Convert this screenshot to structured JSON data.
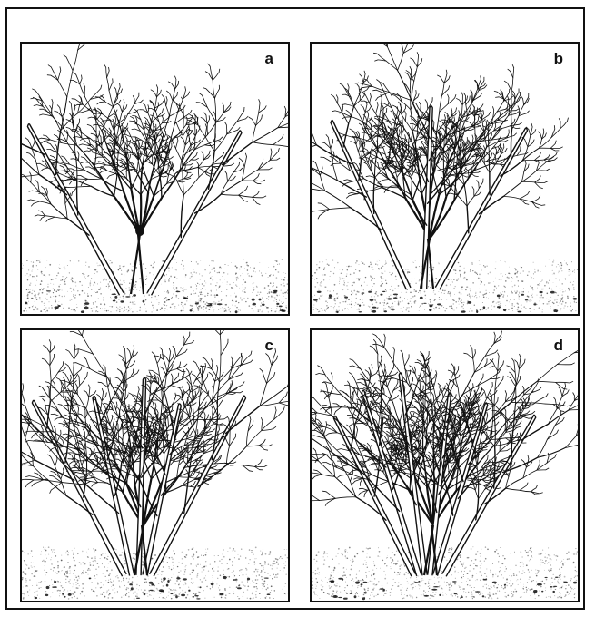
{
  "panels": [
    {
      "id": "a",
      "label": "a",
      "stems": 2
    },
    {
      "id": "b",
      "label": "b",
      "stems": 3
    },
    {
      "id": "c",
      "label": "c",
      "stems": 5
    },
    {
      "id": "d",
      "label": "d",
      "stems": 6
    }
  ],
  "colors": {
    "ink": "#111111",
    "ground": "#555555",
    "border": "#111111",
    "background": "#ffffff"
  }
}
